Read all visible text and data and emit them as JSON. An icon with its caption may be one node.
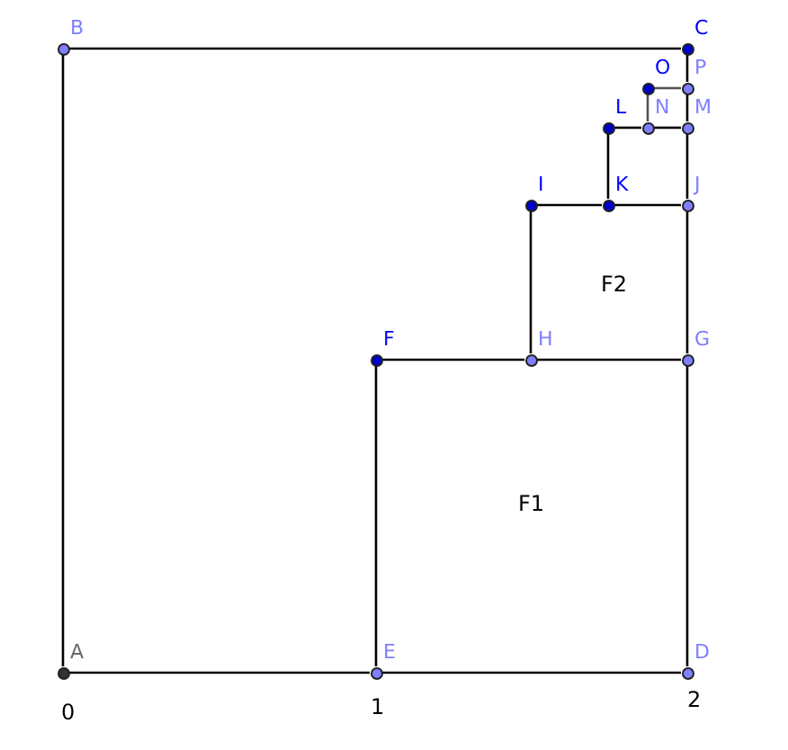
{
  "diagram": {
    "nodes": [
      {
        "text": [],
        "shape": "circle",
        "beside": [
          "A"
        ]
      },
      {
        "text": [],
        "shape": "circle",
        "beside": [
          "B"
        ]
      },
      {
        "text": [],
        "shape": "circle",
        "beside": [
          "C"
        ]
      },
      {
        "text": [],
        "shape": "circle",
        "beside": [
          "D"
        ]
      },
      {
        "text": [],
        "shape": "circle",
        "beside": [
          "E"
        ]
      },
      {
        "text": [],
        "shape": "circle",
        "beside": [
          "F"
        ]
      },
      {
        "text": [],
        "shape": "circle",
        "beside": [
          "G"
        ]
      },
      {
        "text": [],
        "shape": "circle",
        "beside": [
          "H"
        ]
      },
      {
        "text": [],
        "shape": "circle",
        "beside": [
          "I"
        ]
      },
      {
        "text": [],
        "shape": "circle",
        "beside": [
          "J"
        ]
      },
      {
        "text": [],
        "shape": "circle",
        "beside": [
          "K"
        ]
      },
      {
        "text": [],
        "shape": "circle",
        "beside": [
          "L"
        ]
      },
      {
        "text": [],
        "shape": "circle",
        "beside": [
          "M"
        ]
      },
      {
        "text": [],
        "shape": "circle",
        "beside": [
          "N"
        ]
      },
      {
        "text": [],
        "shape": "circle",
        "beside": [
          "O"
        ]
      },
      {
        "text": [],
        "shape": "circle",
        "beside": [
          "P"
        ]
      }
    ],
    "edges": [
      {
        "from": 0,
        "to": 1,
        "arrow": "none"
      },
      {
        "from": 1,
        "to": 2,
        "arrow": "none"
      },
      {
        "from": 15,
        "to": 2,
        "arrow": "none"
      },
      {
        "from": 12,
        "to": 15,
        "arrow": "none"
      },
      {
        "from": 9,
        "to": 12,
        "arrow": "none"
      },
      {
        "from": 6,
        "to": 9,
        "arrow": "none"
      },
      {
        "from": 3,
        "to": 6,
        "arrow": "none"
      },
      {
        "from": 0,
        "to": 4,
        "arrow": "none"
      },
      {
        "from": 4,
        "to": 3,
        "arrow": "none"
      },
      {
        "from": 4,
        "to": 5,
        "arrow": "none"
      },
      {
        "from": 5,
        "to": 7,
        "arrow": "none"
      },
      {
        "from": 7,
        "to": 6,
        "arrow": "none"
      },
      {
        "from": 7,
        "to": 8,
        "arrow": "none"
      },
      {
        "from": 8,
        "to": 10,
        "arrow": "none"
      },
      {
        "from": 10,
        "to": 9,
        "arrow": "none"
      },
      {
        "from": 10,
        "to": 11,
        "arrow": "none"
      },
      {
        "from": 11,
        "to": 13,
        "arrow": "none"
      },
      {
        "from": 13,
        "to": 12,
        "arrow": "none"
      },
      {
        "from": 13,
        "to": 14,
        "arrow": "none",
        "color": "#555555"
      },
      {
        "from": 14,
        "to": 15,
        "arrow": "none",
        "color": "#555555"
      }
    ],
    "labels": [
      "F2",
      "F1",
      "0",
      "1",
      "2"
    ]
  }
}
